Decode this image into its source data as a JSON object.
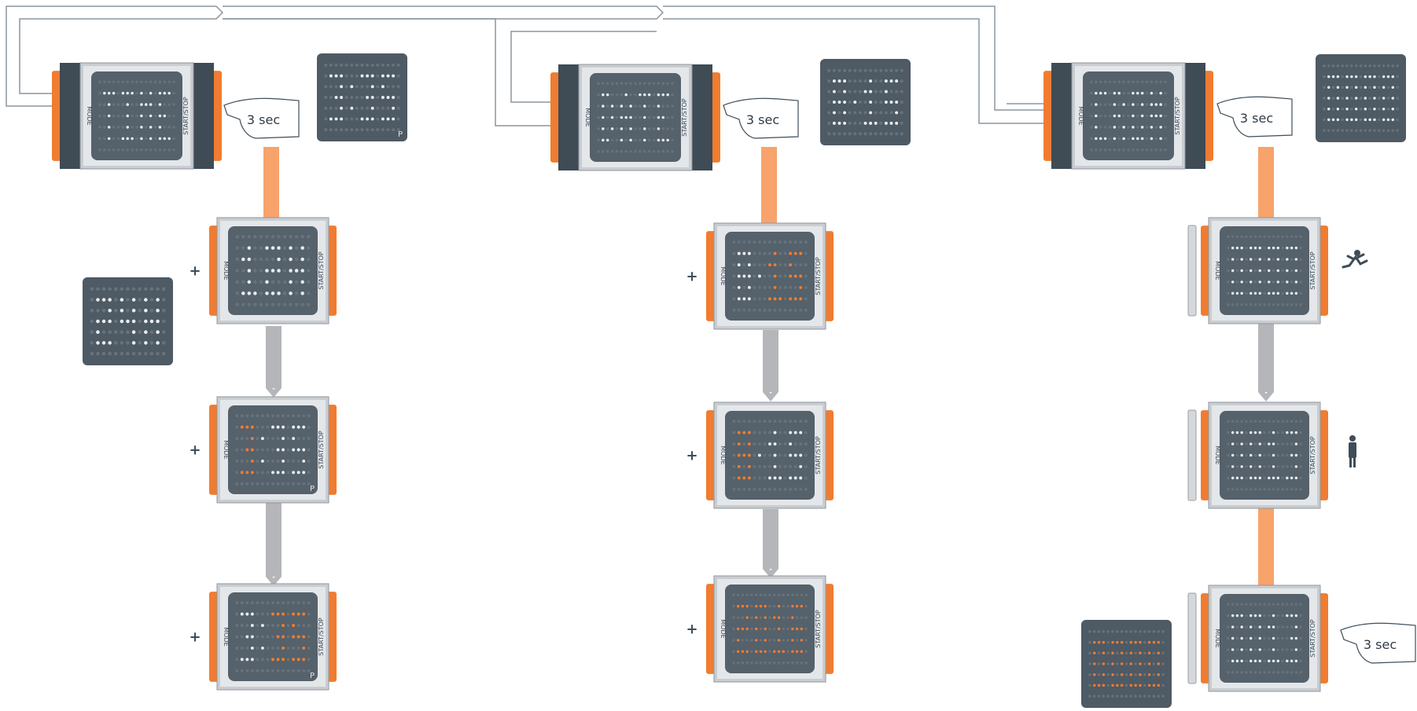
{
  "labels": {
    "mode": "MODE",
    "start_stop": "START/STOP",
    "hold": "3 sec",
    "plus": "+",
    "p_indicator": "P"
  },
  "colors": {
    "orange": "#f07c31",
    "light_orange": "#f7a36b",
    "slate": "#4e5a64",
    "panel": "#55616b",
    "dot": "#e8ecef",
    "arrow_gray": "#b4b6b9",
    "line": "#8c969d"
  },
  "modes": [
    {
      "name": "time",
      "mode_display": "TIME",
      "preview_display": "3:35",
      "preview_indicator": "P",
      "alt_display": "24H",
      "steps": [
        {
          "display": "12H",
          "highlight": "none",
          "indicator": ""
        },
        {
          "display": "3:35",
          "highlight": "hours",
          "indicator": "P"
        },
        {
          "display": "3:35",
          "highlight": "minutes",
          "indicator": "P"
        }
      ]
    },
    {
      "name": "date",
      "mode_display": "DATE",
      "preview_display": "8-15",
      "steps": [
        {
          "display": "8-15",
          "highlight": "right"
        },
        {
          "display": "8-15",
          "highlight": "left"
        },
        {
          "display": "2016",
          "highlight": "all"
        }
      ]
    },
    {
      "name": "chrono",
      "mode_display": "CRON",
      "preview_display": "0000",
      "reset_display": "0000",
      "steps": [
        {
          "display": "0000",
          "state": "running-icon"
        },
        {
          "display": "0013",
          "state": "standing-icon"
        },
        {
          "display": "0013",
          "state": "reset"
        }
      ]
    }
  ]
}
